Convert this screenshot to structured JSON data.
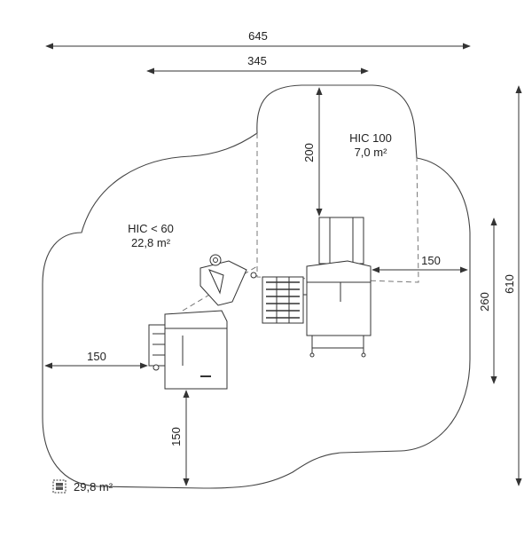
{
  "dimensions": {
    "overall_width": "645",
    "structure_width": "345",
    "top_clearance": "200",
    "right_clearance": "150",
    "left_clearance": "150",
    "bottom_clearance": "150",
    "structure_depth": "260",
    "overall_depth": "610"
  },
  "zones": {
    "hic_upper_label": "HIC 100",
    "hic_upper_area": "7,0 m²",
    "hic_lower_label": "HIC < 60",
    "hic_lower_area": "22,8 m²"
  },
  "legend": {
    "total_area": "29,8 m²",
    "icon": "surface-hatch-icon"
  },
  "colors": {
    "line": "#333333",
    "fill": "#ffffff"
  }
}
